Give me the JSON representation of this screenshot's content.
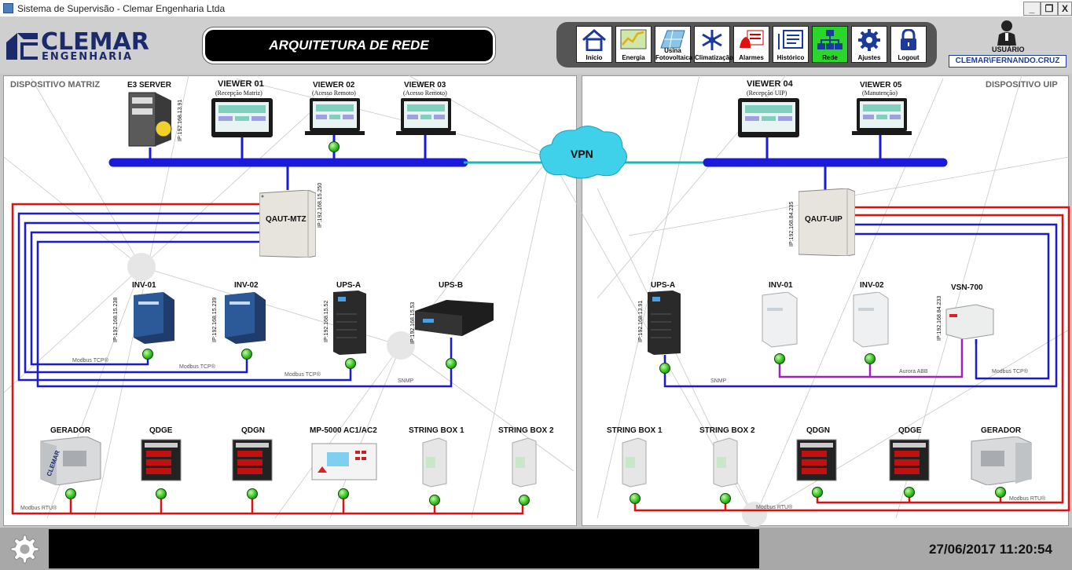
{
  "window": {
    "title": "Sistema de Supervisão - Clemar Engenharia Ltda",
    "minimize": "_",
    "restore": "❐",
    "close": "X"
  },
  "logo": {
    "line1": "CLEMAR",
    "line2": "ENGENHARIA"
  },
  "page_title": "ARQUITETURA DE REDE",
  "nav": [
    {
      "label": "Início",
      "icon": "home-icon"
    },
    {
      "label": "Energia",
      "icon": "energy-chart-icon"
    },
    {
      "label": "Usina Fotovoltaica",
      "icon": "solar-panel-icon"
    },
    {
      "label": "Climatização",
      "icon": "snowflake-icon"
    },
    {
      "label": "Alarmes",
      "icon": "alarm-icon"
    },
    {
      "label": "Histórico",
      "icon": "history-icon"
    },
    {
      "label": "Rede",
      "icon": "network-icon",
      "active": true
    },
    {
      "label": "Ajustes",
      "icon": "gear-icon"
    },
    {
      "label": "Logout",
      "icon": "lock-icon"
    }
  ],
  "user": {
    "label": "USUÁRIO",
    "name": "CLEMAR\\FERNANDO.CRUZ"
  },
  "matriz": {
    "section": "DISPOSITIVO MATRIZ",
    "e3_server": {
      "name": "E3 SERVER",
      "ip": "IP:192.168.13.91"
    },
    "viewer01": {
      "name": "VIEWER 01",
      "sub": "(Recepção Matriz)"
    },
    "viewer02": {
      "name": "VIEWER 02",
      "sub": "(Acesso Remoto)"
    },
    "viewer03": {
      "name": "VIEWER 03",
      "sub": "(Acesso Remoto)"
    },
    "qaut": {
      "name": "QAUT-MTZ",
      "ip": "IP:192.168.15.250"
    },
    "inv01": {
      "name": "INV-01",
      "ip": "IP:192.168.15.238"
    },
    "inv02": {
      "name": "INV-02",
      "ip": "IP:192.168.15.239"
    },
    "upsa": {
      "name": "UPS-A",
      "ip": "IP:192.168.15.52"
    },
    "upsb": {
      "name": "UPS-B",
      "ip": "IP:192.168.15.53"
    },
    "gerador": {
      "name": "GERADOR"
    },
    "qdge": {
      "name": "QDGE"
    },
    "qdgn": {
      "name": "QDGN"
    },
    "mp5000": {
      "name": "MP-5000 AC1/AC2"
    },
    "sb1": {
      "name": "STRING BOX 1"
    },
    "sb2": {
      "name": "STRING BOX 2"
    },
    "proto_tcp1": "Modbus TCP®",
    "proto_tcp2": "Modbus TCP®",
    "proto_tcp3": "Modbus TCP®",
    "proto_snmp": "SNMP",
    "proto_rtu": "Modbus RTU®"
  },
  "vpn": "VPN",
  "uip": {
    "section": "DISPOSITIVO UIP",
    "viewer04": {
      "name": "VIEWER 04",
      "sub": "(Recepção UIP)"
    },
    "viewer05": {
      "name": "VIEWER 05",
      "sub": "(Manutenção)"
    },
    "qaut": {
      "name": "QAUT-UIP",
      "ip": "IP:192.168.84.235"
    },
    "upsa": {
      "name": "UPS-A",
      "ip": "IP:192.168.13.91"
    },
    "inv01": {
      "name": "INV-01"
    },
    "inv02": {
      "name": "INV-02"
    },
    "vsn": {
      "name": "VSN-700",
      "ip": "IP:192.168.84.233"
    },
    "sb1": {
      "name": "STRING BOX 1"
    },
    "sb2": {
      "name": "STRING BOX 2"
    },
    "qdgn": {
      "name": "QDGN"
    },
    "qdge": {
      "name": "QDGE"
    },
    "gerador": {
      "name": "GERADOR"
    },
    "proto_snmp": "SNMP",
    "proto_aurora": "Aurora ABB",
    "proto_tcp": "Modbus TCP®",
    "proto_rtu1": "Modbus RTU®",
    "proto_rtu2": "Modbus RTU®"
  },
  "datetime": "27/06/2017 11:20:54",
  "colors": {
    "bus": "#1a1ad8",
    "rtu": "#e01010",
    "aurora": "#a020c0",
    "active": "#2bd62b"
  }
}
